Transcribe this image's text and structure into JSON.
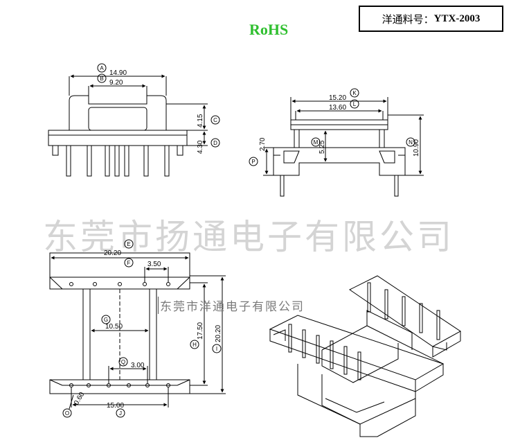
{
  "header": {
    "rohs": "RoHS",
    "part_label": "洋通料号：",
    "part_number": "YTX-2003"
  },
  "watermark": {
    "large": "东莞市扬通电子有限公司",
    "small": "东莞市洋通电子有限公司"
  },
  "front_view": {
    "A": {
      "letter": "A",
      "value": "14.90"
    },
    "B": {
      "letter": "B",
      "value": "9.20"
    },
    "C": {
      "letter": "C",
      "value": "4.15"
    },
    "D": {
      "letter": "D",
      "value": "4.30"
    }
  },
  "side_view": {
    "K": {
      "letter": "K",
      "value": "15.20"
    },
    "L": {
      "letter": "L",
      "value": "13.60"
    },
    "M": {
      "letter": "M",
      "value": "5.25"
    },
    "N": {
      "letter": "N",
      "value": "10.90"
    },
    "P": {
      "letter": "P",
      "value": "2.70"
    }
  },
  "top_view": {
    "E": {
      "letter": "E",
      "value": "20.20"
    },
    "F": {
      "letter": "F",
      "value": "3.50"
    },
    "G": {
      "letter": "G",
      "value": "10.50"
    },
    "Q": {
      "letter": "Q",
      "value": "3.00"
    },
    "H": {
      "letter": "H",
      "value": "17.50"
    },
    "I": {
      "letter": "I",
      "value": "20.20"
    },
    "O": {
      "letter": "O",
      "value": "0.60"
    },
    "J": {
      "letter": "J",
      "value": "15.00"
    }
  }
}
